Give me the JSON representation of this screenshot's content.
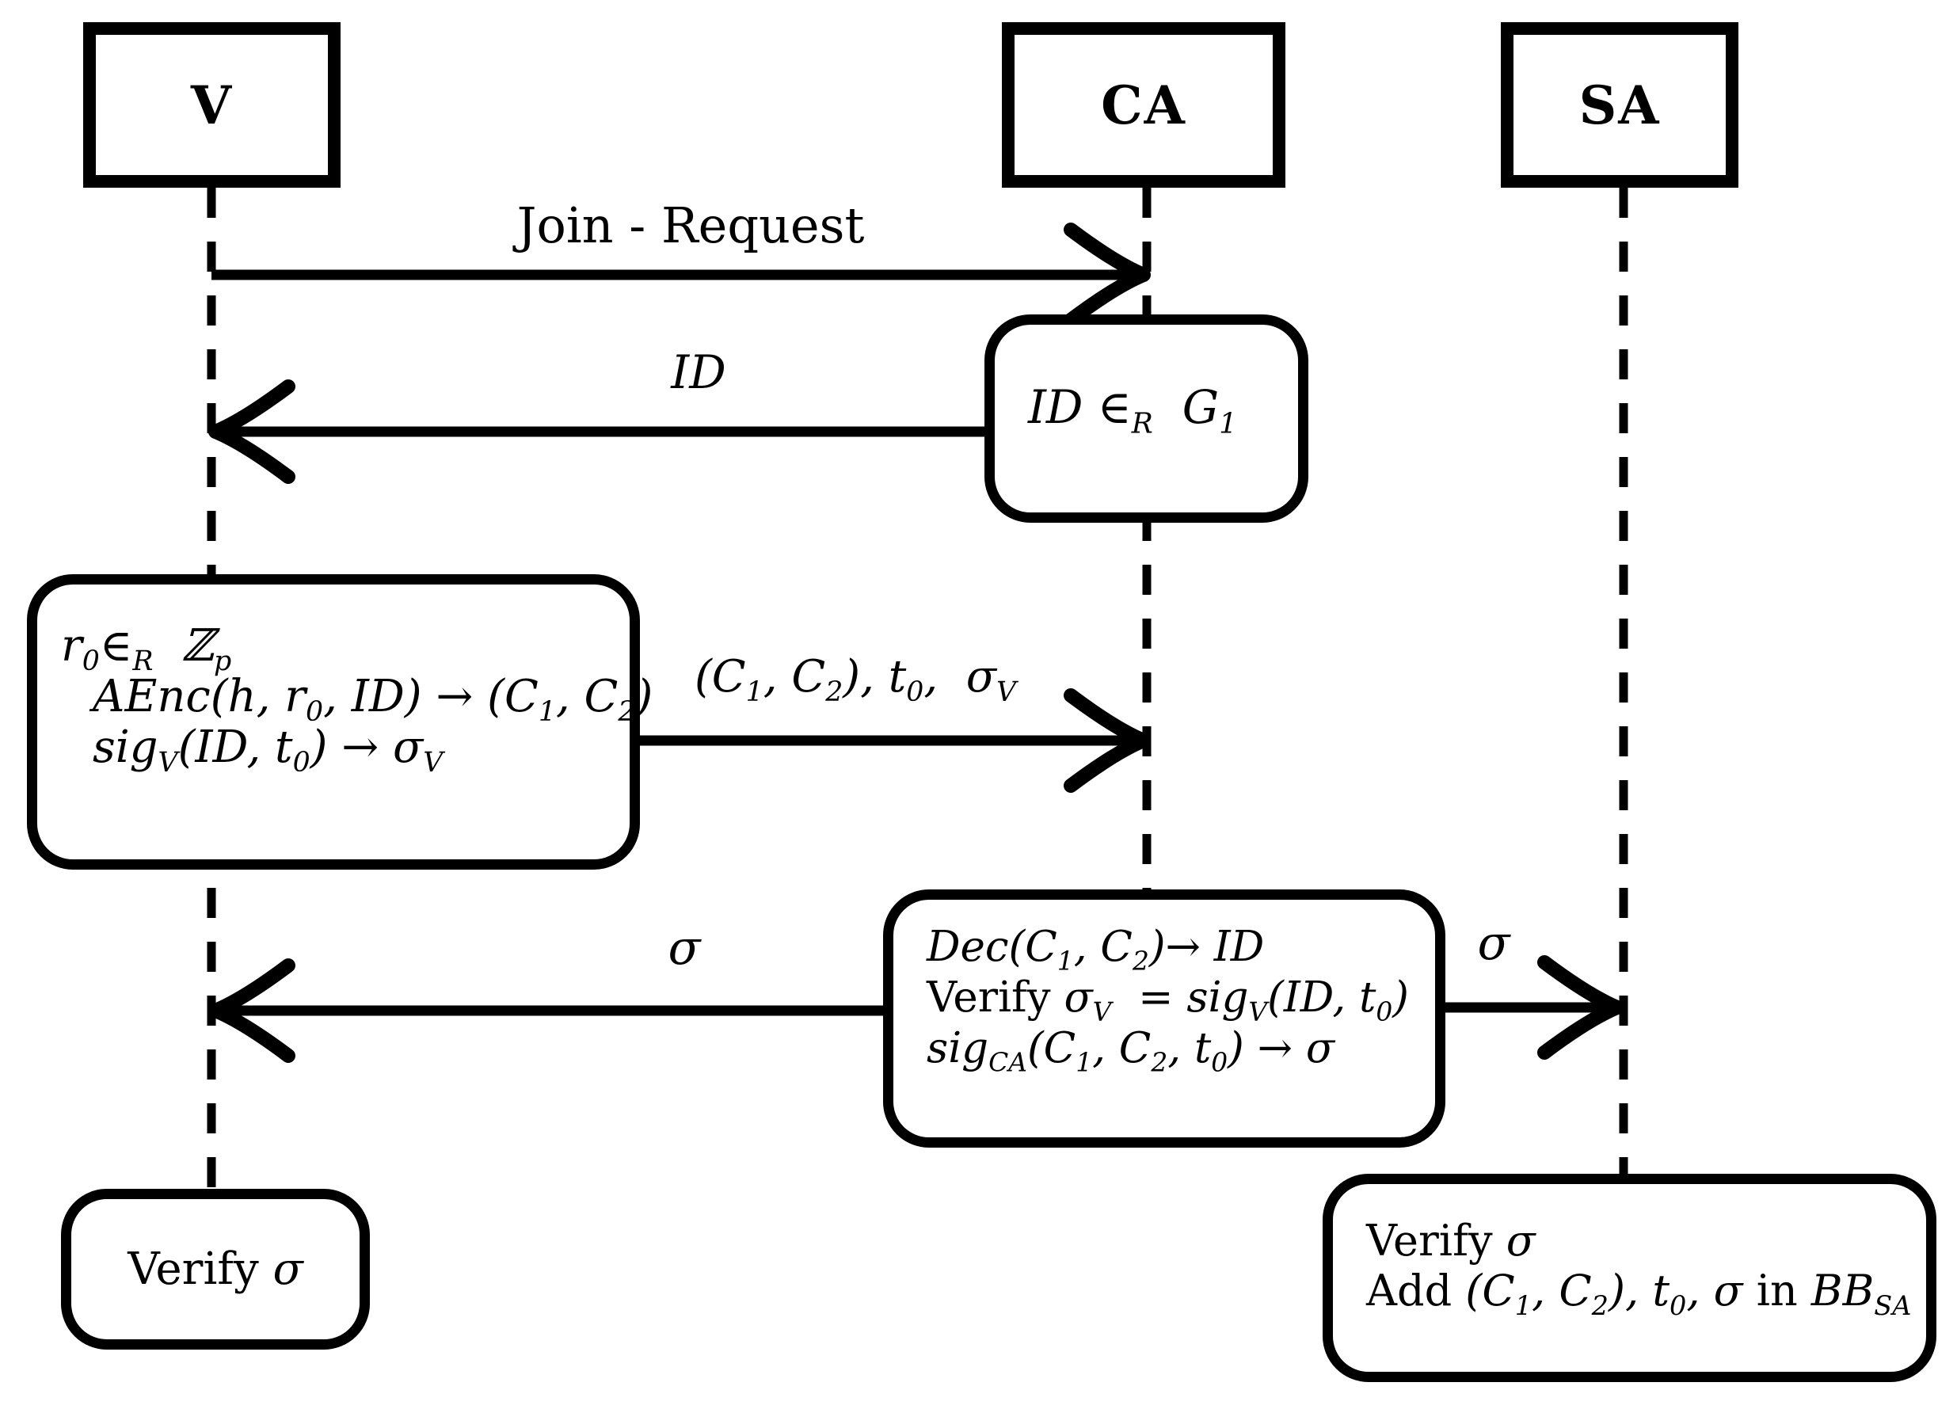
{
  "figure": {
    "type": "sequence-diagram",
    "colors": {
      "ink": "#000000",
      "background": "#ffffff"
    },
    "actors": [
      {
        "label": "V"
      },
      {
        "label": "CA"
      },
      {
        "label": "SA"
      }
    ],
    "messages": [
      {
        "from": "V",
        "to": "CA",
        "label": "Join - Request"
      },
      {
        "from": "CA",
        "to": "V",
        "label": "ID"
      },
      {
        "from": "V",
        "to": "CA",
        "label": "(C_{1}, C_{2}), t_{0},  σ_{V}"
      },
      {
        "from": "CA",
        "to": "V",
        "label": "σ"
      },
      {
        "from": "CA",
        "to": "SA",
        "label": "σ"
      }
    ],
    "boxes": {
      "ca_id": {
        "actor": "CA",
        "lines": [
          "ID ∈_{R}  G_{1}"
        ]
      },
      "v_encrypt": {
        "actor": "V",
        "lines": [
          "r_{0}∈_{R}  ℤ_{p}",
          "AEnc(h, r_{0}, ID) → (C_{1}, C_{2})",
          "sig_{V}(ID, t_{0}) → σ_{V}"
        ]
      },
      "ca_verify": {
        "actor": "CA",
        "lines": [
          "Dec(C_{1}, C_{2})→ ID",
          "\\text{Verify }σ_{V}  = sig_{V}(ID, t_{0})",
          "sig_{CA}(C_{1}, C_{2}, t_{0}) → σ"
        ]
      },
      "v_verify": {
        "actor": "V",
        "lines": [
          "\\text{Verify }σ"
        ]
      },
      "sa_store": {
        "actor": "SA",
        "lines": [
          "\\text{Verify }σ",
          "\\text{Add }(C_{1}, C_{2}), t_{0}, σ \\text{in} BB_{SA}"
        ]
      }
    }
  }
}
